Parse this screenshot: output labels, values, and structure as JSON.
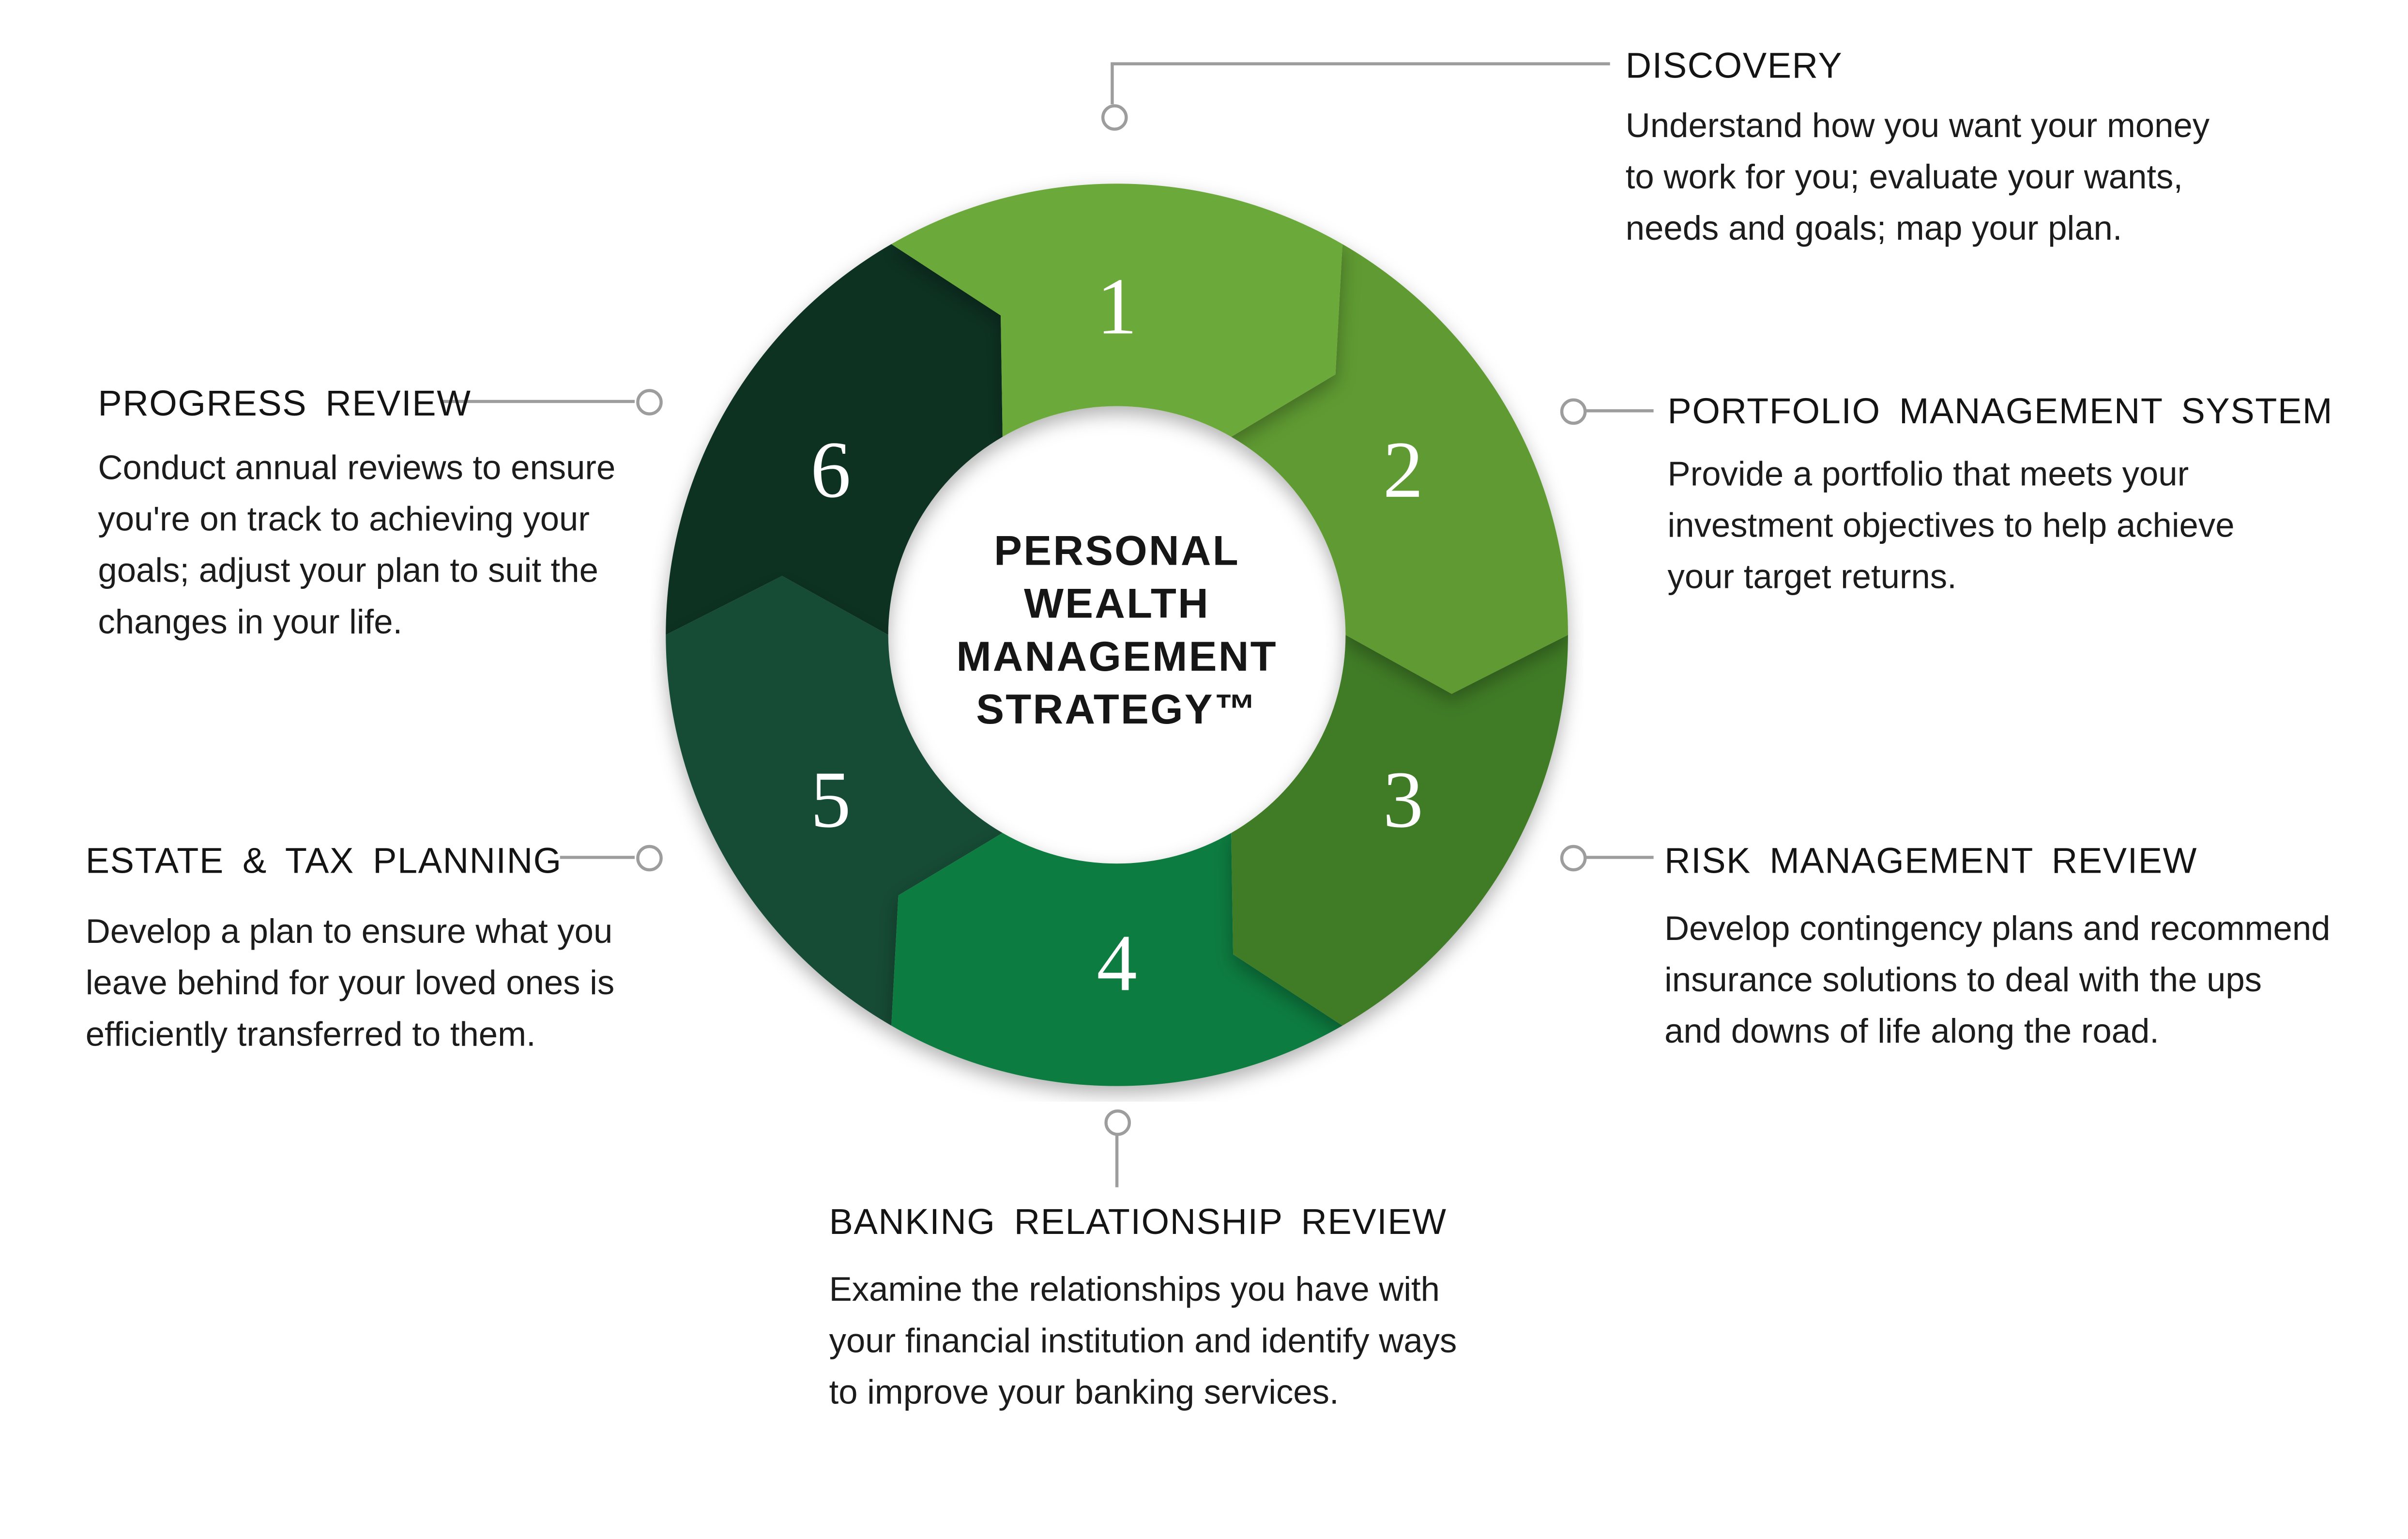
{
  "wheel": {
    "center_title_lines": [
      "PERSONAL",
      "WEALTH",
      "MANAGEMENT",
      "STRATEGY™"
    ],
    "segments": [
      {
        "number": "1",
        "color": "#6CA93A"
      },
      {
        "number": "2",
        "color": "#5E9A31"
      },
      {
        "number": "3",
        "color": "#417C26"
      },
      {
        "number": "4",
        "color": "#107B3F"
      },
      {
        "number": "5",
        "color": "#124C36"
      },
      {
        "number": "6",
        "color": "#0B3322"
      }
    ]
  },
  "callouts": {
    "discovery": {
      "title": "DISCOVERY",
      "body": [
        "Understand how you want your money",
        "to work for you; evaluate your wants,",
        "needs and goals; map your plan."
      ]
    },
    "portfolio": {
      "title": "PORTFOLIO MANAGEMENT SYSTEM",
      "body": [
        "Provide a portfolio that meets your",
        "investment objectives to help achieve",
        "your target returns."
      ]
    },
    "risk": {
      "title": "RISK MANAGEMENT REVIEW",
      "body": [
        "Develop contingency plans and recommend",
        "insurance solutions to deal with the ups",
        "and downs of life along the road."
      ]
    },
    "banking": {
      "title": "BANKING RELATIONSHIP REVIEW",
      "body": [
        "Examine the relationships you have with",
        "your financial institution and identify ways",
        "to improve your banking services."
      ]
    },
    "estate": {
      "title": "ESTATE & TAX PLANNING",
      "body": [
        "Develop a plan to ensure what you",
        "leave behind for your loved ones is",
        "efficiently transferred to them."
      ]
    },
    "progress": {
      "title": "PROGRESS REVIEW",
      "body": [
        "Conduct annual reviews to ensure",
        "you're on track to achieving your",
        "goals; adjust your plan to suit the",
        "changes in your life."
      ]
    }
  },
  "colors": {
    "connector": "#9d9d9d",
    "text": "#1a1a1a"
  }
}
